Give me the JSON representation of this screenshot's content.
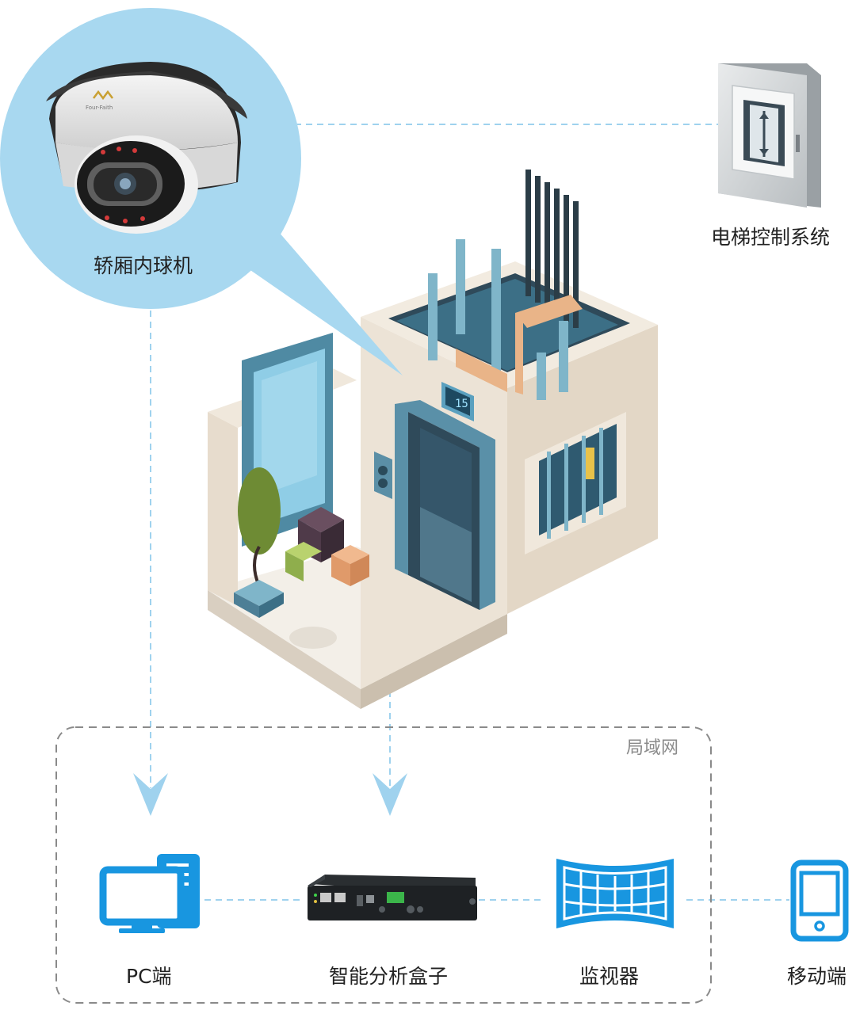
{
  "camera": {
    "label": "轿厢内球机",
    "brand_text": "Four-Faith"
  },
  "control_system": {
    "label": "电梯控制系统"
  },
  "lan": {
    "label": "局域网"
  },
  "devices": {
    "pc": {
      "label": "PC端"
    },
    "box": {
      "label": "智能分析盒子"
    },
    "monitor": {
      "label": "监视器"
    },
    "mobile": {
      "label": "移动端"
    }
  },
  "elevator_display": {
    "text": "15"
  },
  "colors": {
    "bubble": "#a8d8f0",
    "connector": "#8ecbea",
    "icon_blue": "#1896e0",
    "lan_border": "#8a8a8a"
  }
}
